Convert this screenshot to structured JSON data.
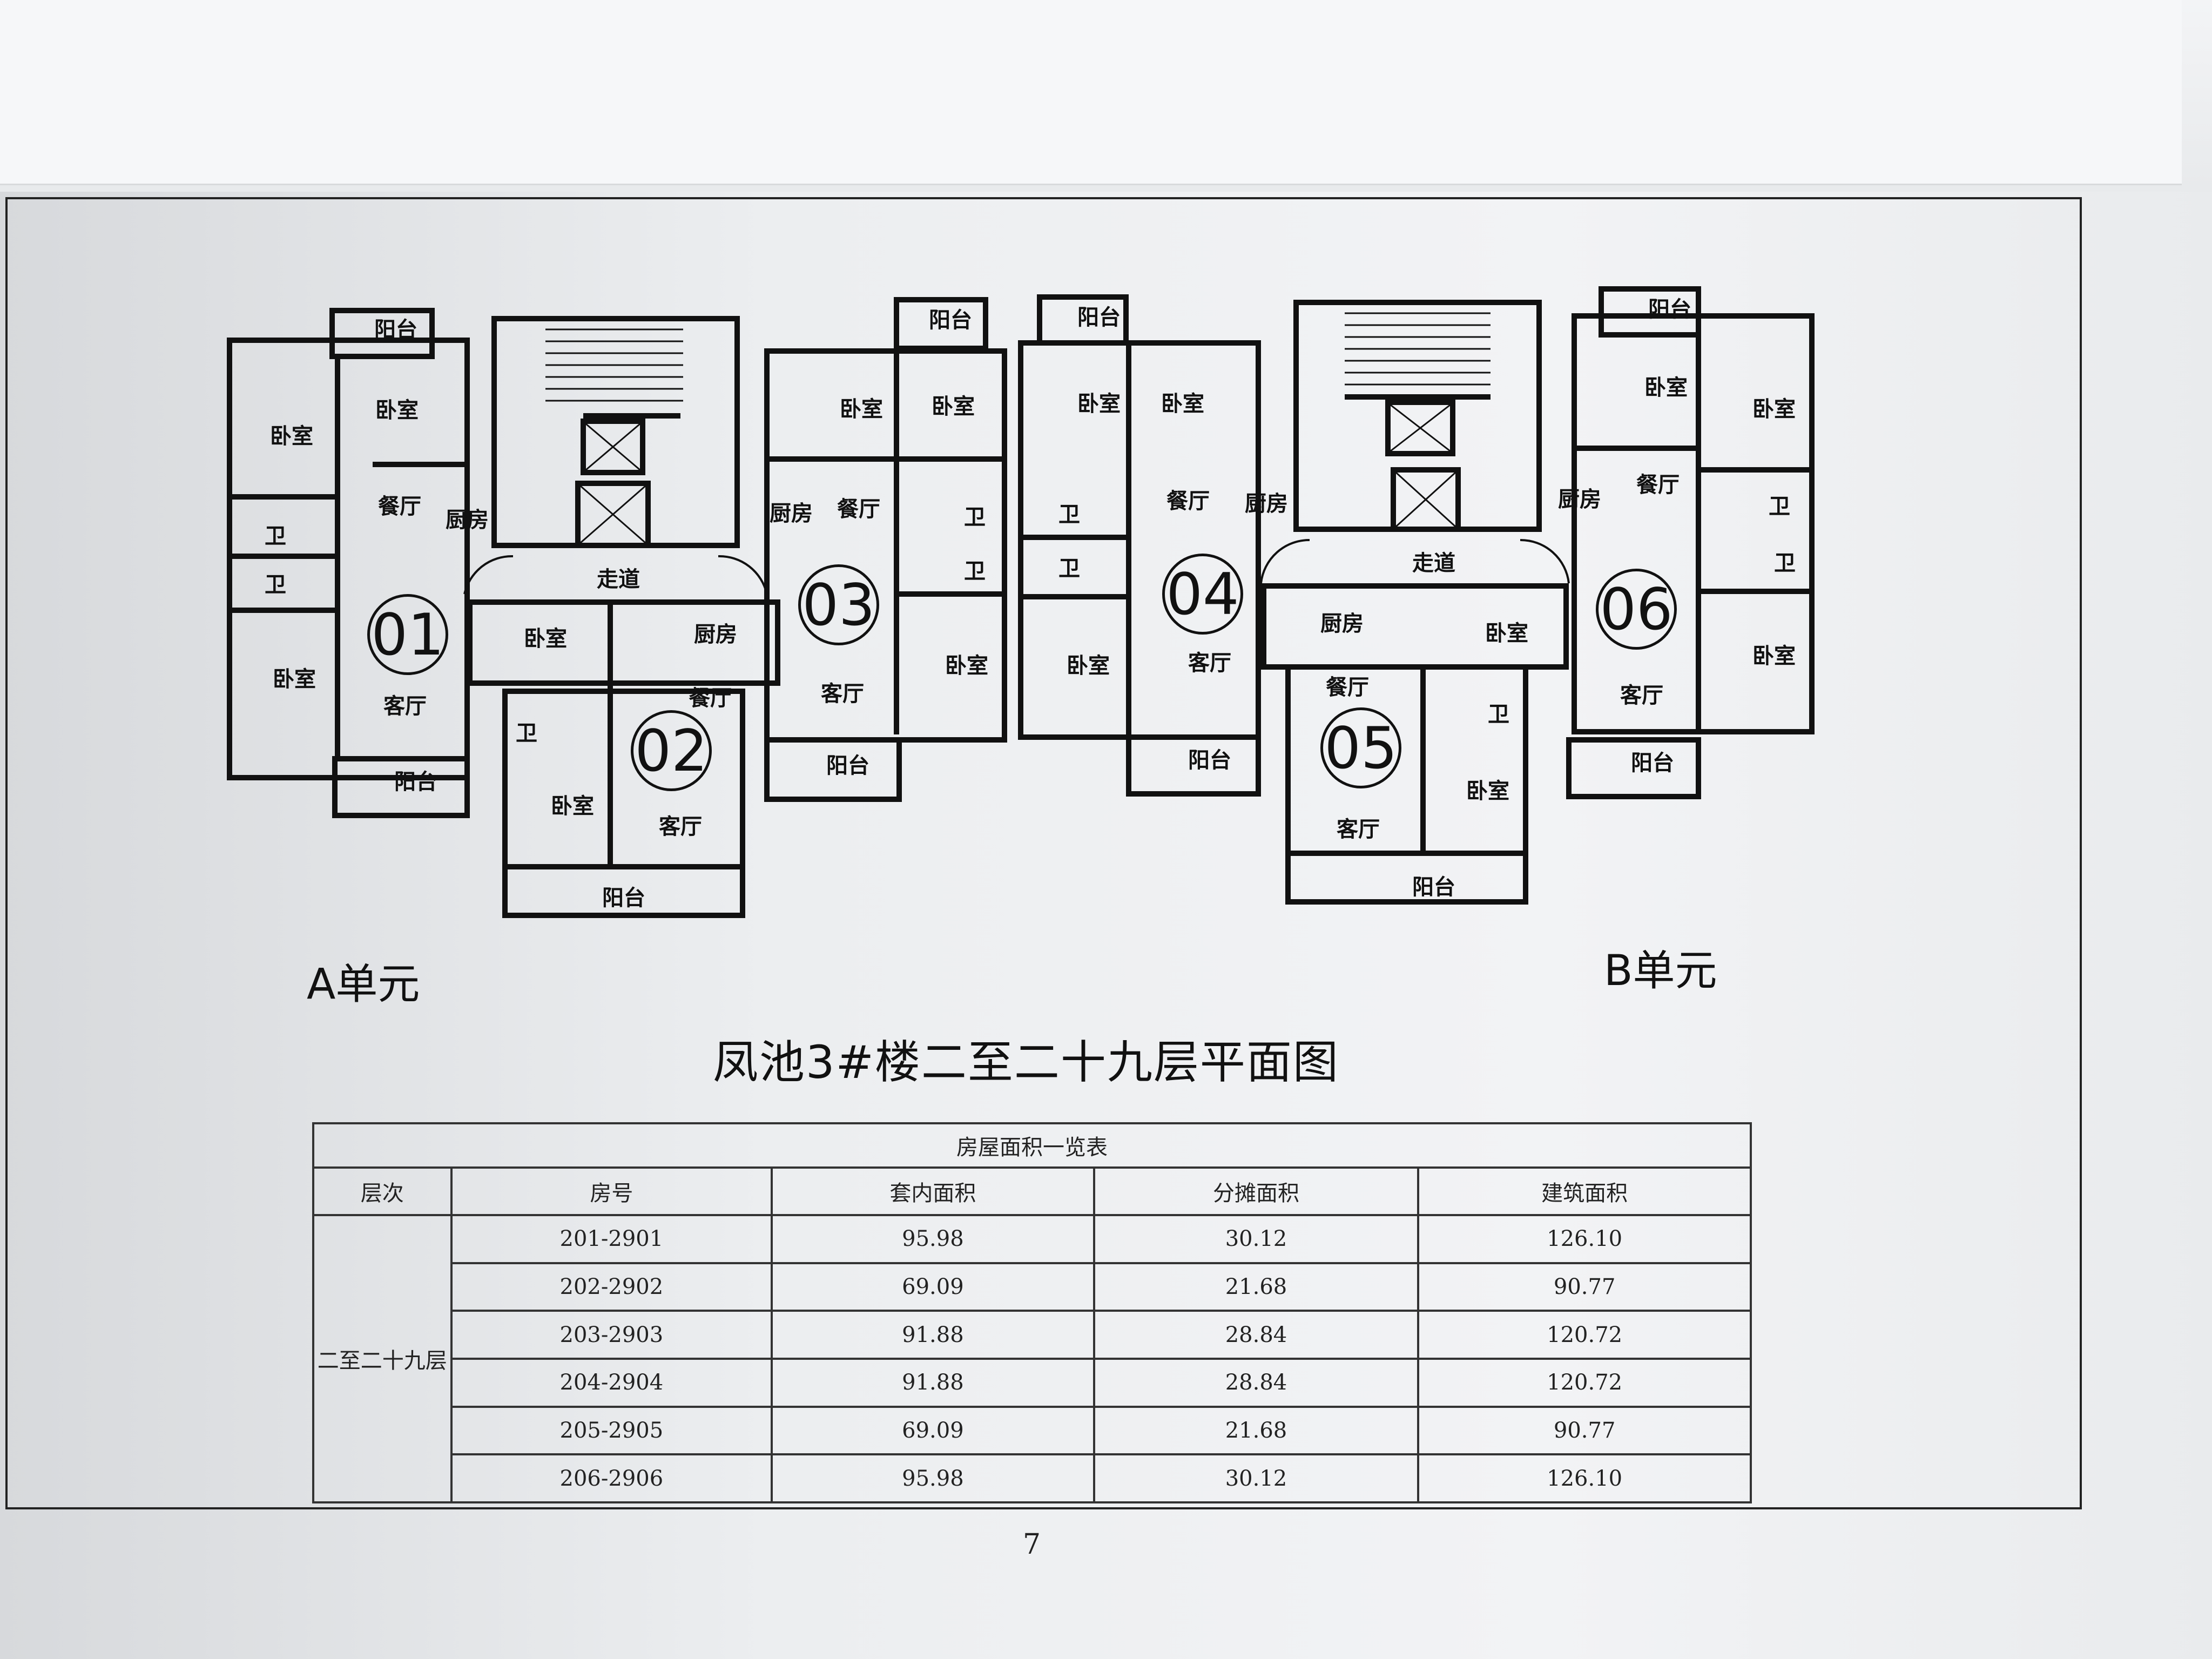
{
  "plan": {
    "unit_a_label": "A单元",
    "unit_b_label": "B单元",
    "title": "凤池3#楼二至二十九层平面图",
    "units": [
      "01",
      "02",
      "03",
      "04",
      "05",
      "06"
    ],
    "rooms": {
      "balcony": "阳台",
      "bedroom": "卧室",
      "dining": "餐厅",
      "kitchen": "厨房",
      "bath": "卫",
      "living": "客厅",
      "corridor": "走道"
    }
  },
  "table": {
    "caption": "房屋面积一览表",
    "headers": [
      "层次",
      "房号",
      "套内面积",
      "分摊面积",
      "建筑面积"
    ],
    "floor_label": "二至二十九层",
    "rows": [
      [
        "201-2901",
        "95.98",
        "30.12",
        "126.10"
      ],
      [
        "202-2902",
        "69.09",
        "21.68",
        "90.77"
      ],
      [
        "203-2903",
        "91.88",
        "28.84",
        "120.72"
      ],
      [
        "204-2904",
        "91.88",
        "28.84",
        "120.72"
      ],
      [
        "205-2905",
        "69.09",
        "21.68",
        "90.77"
      ],
      [
        "206-2906",
        "95.98",
        "30.12",
        "126.10"
      ]
    ]
  },
  "page_number": "7"
}
